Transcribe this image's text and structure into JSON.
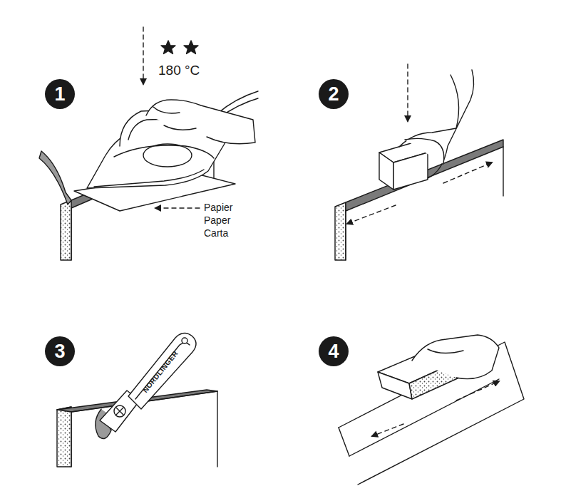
{
  "diagram": {
    "nodes": [
      {
        "text": [
          "1"
        ]
      },
      {
        "text": [
          "2"
        ]
      },
      {
        "text": [
          "3"
        ]
      },
      {
        "text": [
          "4"
        ]
      }
    ],
    "labels": [
      "180 °C",
      "Papier",
      "Paper",
      "Carta",
      "NORDLINGER"
    ]
  }
}
